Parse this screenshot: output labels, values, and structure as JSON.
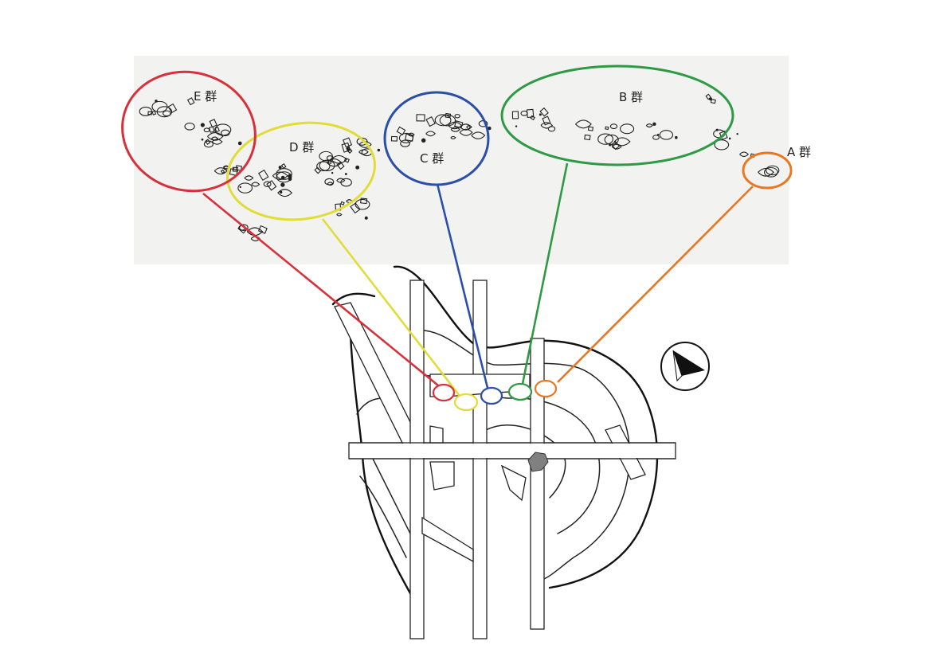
{
  "figure": {
    "groups": [
      {
        "id": "A",
        "label": "A 群",
        "color": "#e87722"
      },
      {
        "id": "B",
        "label": "B 群",
        "color": "#2e9a44"
      },
      {
        "id": "C",
        "label": "C 群",
        "color": "#2b4ea8"
      },
      {
        "id": "D",
        "label": "D 群",
        "color": "#e0dc38"
      },
      {
        "id": "E",
        "label": "E 群",
        "color": "#d8303a"
      }
    ],
    "colors": {
      "detail_background": "#f2f2f0",
      "ink": "#222222",
      "feature_fill": "#808080"
    },
    "icons": {
      "north_arrow": "north-arrow-icon"
    }
  }
}
